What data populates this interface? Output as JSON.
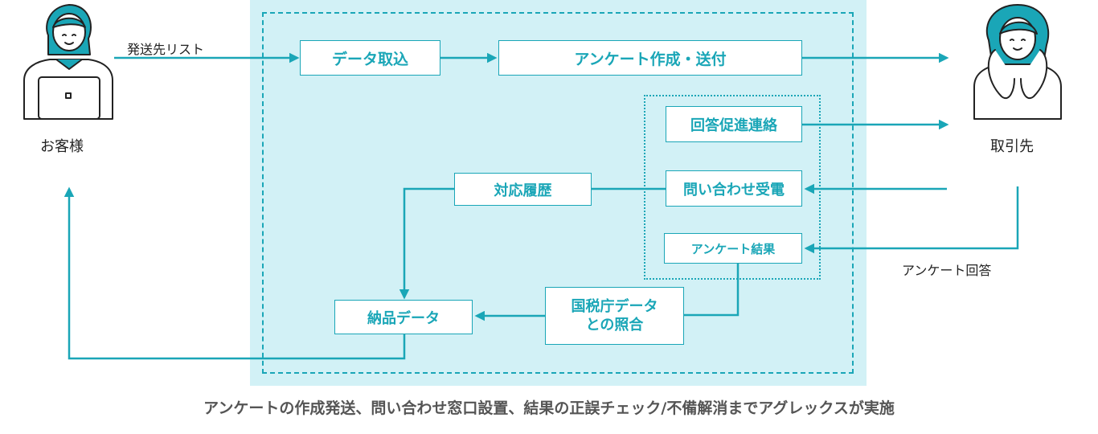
{
  "actors": {
    "customer": "お客様",
    "partner": "取引先"
  },
  "edge_labels": {
    "send_list": "発送先リスト",
    "survey_answer": "アンケート回答"
  },
  "boxes": {
    "data_import": "データ取込",
    "survey_create_send": "アンケート作成・送付",
    "reminder": "回答促進連絡",
    "inquiry_call": "問い合わせ受電",
    "survey_result": "アンケート結果",
    "response_history": "対応履歴",
    "delivery_data": "納品データ",
    "nta_match_line1": "国税庁データ",
    "nta_match_line2": "との照合"
  },
  "caption": "アンケートの作成発送、問い合わせ窓口設置、結果の正誤チェック/不備解消までアグレックスが実施",
  "colors": {
    "accent": "#1aa6b7",
    "panel": "#d2f1f6",
    "text": "#222222"
  }
}
